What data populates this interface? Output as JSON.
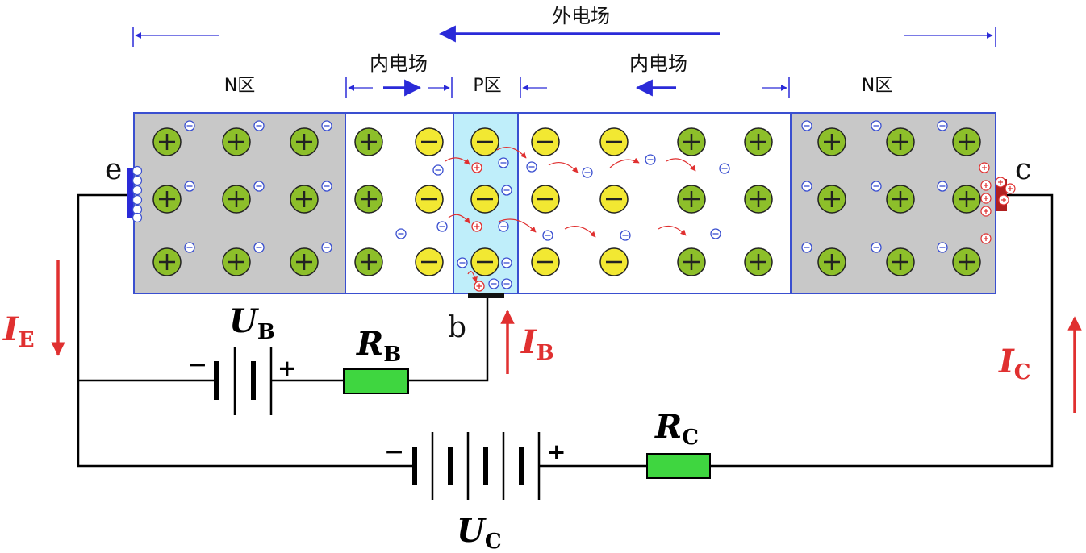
{
  "labels": {
    "external_field": "外电场",
    "internal_field_left": "内电场",
    "internal_field_right": "内电场",
    "region_n_left": "N区",
    "region_p": "P区",
    "region_n_right": "N区",
    "terminal_e": "e",
    "terminal_b": "b",
    "terminal_c": "c",
    "ie_main": "I",
    "ie_sub": "E",
    "ib_main": "I",
    "ib_sub": "B",
    "ic_main": "I",
    "ic_sub": "C",
    "ub_main": "U",
    "ub_sub": "B",
    "uc_main": "U",
    "uc_sub": "C",
    "rb_main": "R",
    "rb_sub": "B",
    "rc_main": "R",
    "rc_sub": "C",
    "ub_minus": "−",
    "ub_plus": "+",
    "uc_minus": "−",
    "uc_plus": "+"
  },
  "colors": {
    "n_region": "#c8c8c8",
    "p_region": "#bfeefa",
    "depletion": "#ffffff",
    "border": "#3a4fd0",
    "positive_ion": "#8dbf2a",
    "negative_ion": "#f2e832",
    "field_arrow": "#2a2ad8",
    "current": "#e03030",
    "resistor": "#3fd640",
    "wire": "#000000"
  }
}
